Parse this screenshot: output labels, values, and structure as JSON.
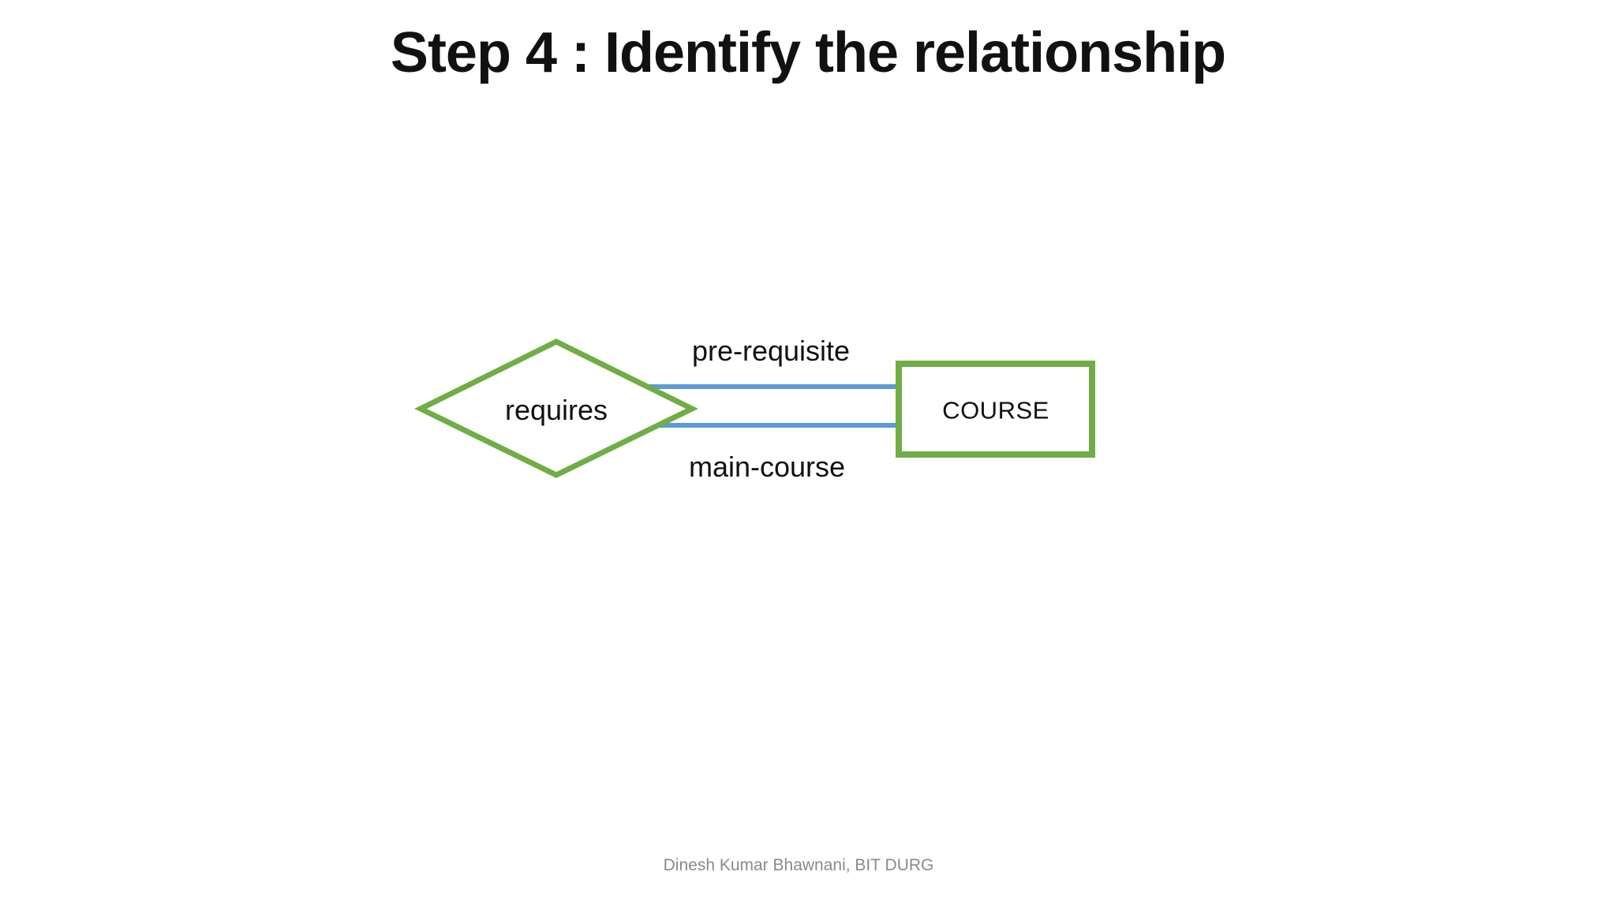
{
  "slide": {
    "title": "Step 4 : Identify the relationship",
    "footer": "Dinesh Kumar Bhawnani, BIT DURG"
  },
  "diagram": {
    "relationship": {
      "label": "requires",
      "shape": "diamond"
    },
    "entity": {
      "label": "COURSE",
      "shape": "rectangle"
    },
    "connections": [
      {
        "label": "pre-requisite",
        "position": "top"
      },
      {
        "label": "main-course",
        "position": "bottom"
      }
    ],
    "colors": {
      "shape_stroke": "#70AD47",
      "shape_fill": "#ffffff",
      "connector": "#5B9BD5",
      "text": "#111111",
      "footer_text": "#8a8a8a"
    }
  }
}
